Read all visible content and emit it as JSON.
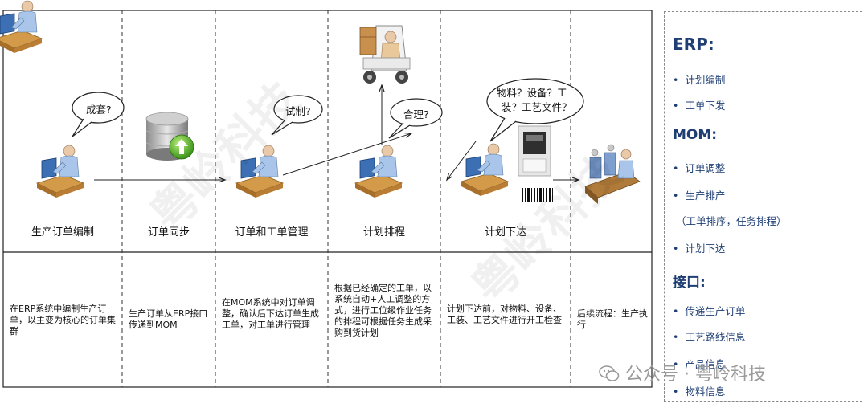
{
  "columns": [
    {
      "title": "生产订单编制",
      "desc": "在ERP系统中编制生产订单，以主变为核心的订单集群"
    },
    {
      "title": "订单同步",
      "desc": "生产订单从ERP接口传递到MOM"
    },
    {
      "title": "订单和工单管理",
      "desc": "在MOM系统中对订单调整，确认后下达订单生成工单，对工单进行管理"
    },
    {
      "title": "计划排程",
      "desc": "根据已经确定的工单，以系统自动+人工调整的方式，进行工位级作业任务的排程可根据任务生成采购到货计划"
    },
    {
      "title": "计划下达",
      "desc": "计划下达前，对物料、设备、工装、工艺文件进行开工检查"
    },
    {
      "title": "",
      "desc": "后续流程：生产执行"
    }
  ],
  "bubbles": {
    "b1": "成套?",
    "b2": "试制?",
    "b3": "合理?",
    "b4_line1": "物料？设备？工",
    "b4_line2": "装？工艺文件？"
  },
  "panel": {
    "erp": {
      "heading": "ERP:",
      "items": [
        "计划编制",
        "工单下发"
      ]
    },
    "mom": {
      "heading": "MOM:",
      "items": [
        "订单调整",
        "生产排产",
        "（工单排序，任务排程）",
        "计划下达"
      ]
    },
    "iface": {
      "heading": "接口:",
      "items": [
        "传递生产订单",
        "工艺路线信息",
        "产品信息",
        "物料信息"
      ]
    }
  },
  "watermark": "粤岭科技",
  "footer": "公众号 · 粤岭科技"
}
